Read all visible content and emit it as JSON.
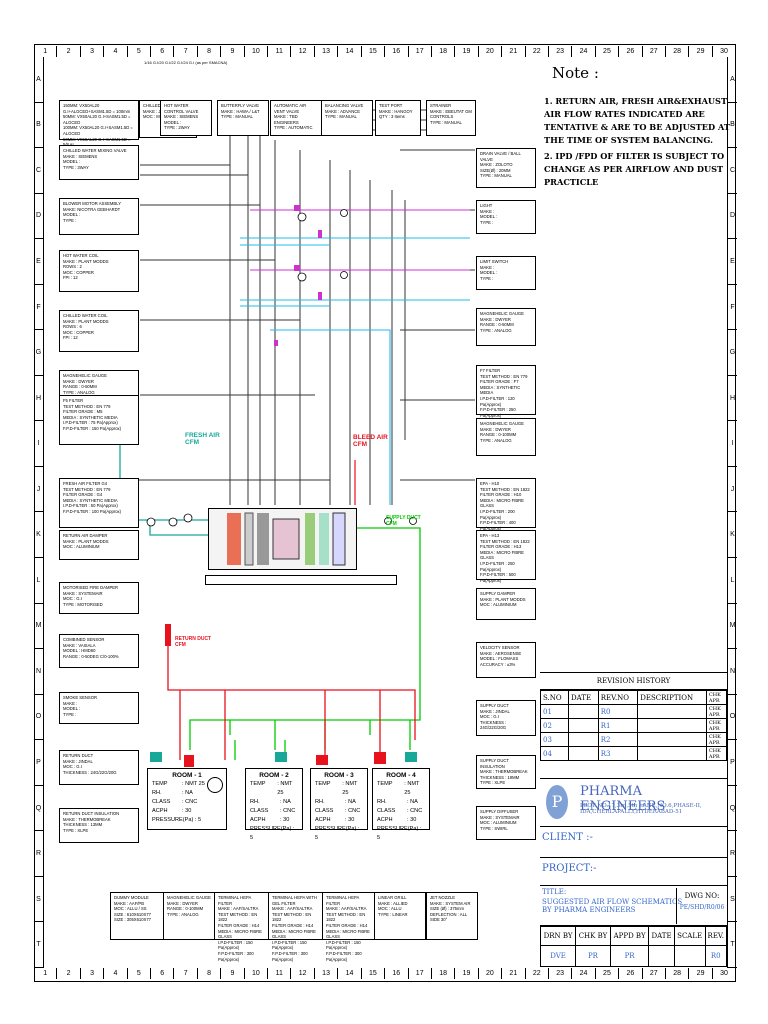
{
  "grid": {
    "columns": [
      "1",
      "2",
      "3",
      "4",
      "5",
      "6",
      "7",
      "8",
      "9",
      "10",
      "11",
      "12",
      "13",
      "14",
      "15",
      "16",
      "17",
      "18",
      "19",
      "20",
      "21",
      "22",
      "23",
      "24",
      "25",
      "26",
      "27",
      "28",
      "29",
      "30"
    ],
    "rows": [
      "A",
      "B",
      "C",
      "D",
      "E",
      "F",
      "G",
      "H",
      "I",
      "J",
      "K",
      "L",
      "M",
      "N",
      "O",
      "P",
      "Q",
      "R",
      "S",
      "T"
    ]
  },
  "duct_spec": "1/16 G.I/20 G.I/22 G.I/24 G.I (as per SMACNA)",
  "left_components": [
    {
      "text": "150MM: VX50AL20 G.I+ALGCED+SASM1.5D = 100mm\n50MM: VX50AL20 G.I+SASM1.5D = ALGCED\n100MM: VX50AL20 G.I+SASM1.5D = ALGCED\n50MM: VX50AL20 G.I+SASM1.5D = 5/8 AL\n50MM: EXP 50 = SASM1.5D"
    },
    {
      "text": "CHILLED WATER MIXING VALVE\nMAKE : SIEMENS\nMODEL :\nTYPE : 3WAY"
    },
    {
      "text": "BLOWER MOTOR ASSEMBLY\nMAKE: NICOTRA GEBHARDT\nMODEL :\nTYPE :"
    },
    {
      "text": "HOT WATER COIL\nMAKE : PLANT MODDS\nROWS : 2\nMOC : COPPER\nFPI : 12"
    },
    {
      "text": "CHILLED WATER COIL\nMAKE : PLANT MODDS\nROWS : 6\nMOC : COPPER\nFPI : 12"
    },
    {
      "text": "MAGNEHELIC GAUGE\nMAKE : DWYER\nRANGE : 0-50MM\nTYPE : ANALOG"
    },
    {
      "text": "F5 FILTER\nTEST METHOD : EN 779\nFILTER GRADE : M5\nMEDIA : SYNTHETIC MEDIA\nI.P.D-FILTER : 75 Pa(Approx)\nF.P.D-FILTER : 150 Pa(Approx)"
    },
    {
      "text": "FRESH AIR FILTER G4\nTEST METHOD : EN 779\nFILTER GRADE : G4\nMEDIA : SYNTHETIC MEDIA\nI.P.D-FILTER : 50 Pa(Approx)\nF.P.D-FILTER : 100 Pa(Approx)"
    },
    {
      "text": "RETURN AIR DAMPER\nMAKE : PLANT MODDS\nMOC : ALUMINIUM"
    },
    {
      "text": "MOTORISED FIRE DAMPER\nMAKE : SYSTEMAIR\nMOC : G.I\nTYPE : MOTORISED"
    },
    {
      "text": "COMBINED SENSOR\nMAKE : VAISALA\nMODEL : HMD60\nRANGE : 0-50DEG C/0-100%"
    },
    {
      "text": "SMOKE SENSOR\nMAKE :\nMODEL :\nTYPE :"
    },
    {
      "text": "RETURN DUCT\nMAKE : JINDAL\nMOC : G.I\nTHICKNESS : 24G/22G/20G"
    },
    {
      "text": "RETURN DUCT INSULATION\nMAKE : THERMOBREAK\nTHICKNESS : 13MM\nTYPE : XLPE"
    }
  ],
  "top_components": [
    {
      "text": "CHILLED WATER PIPING\nMAKE : JINDAL\nMOC : M.S 'C' CLASS"
    },
    {
      "text": "HOT WATER CONTROL VALVE\nMAKE : SIEMENS\nMODEL :\nTYPE : 2WAY"
    },
    {
      "text": "BUTTERFLY VALVE\nMAKE : HAWA / L&T\nTYPE : MANUAL"
    },
    {
      "text": "AUTOMATIC AIR VENT VALVE\nMAKE : TBD ENGINEERS\nTYPE : AUTOMATIC"
    },
    {
      "text": "BALANCING VALVE\nMAKE : ADVANCE\nTYPE : MANUAL"
    },
    {
      "text": "TEST PORT\nMAKE : HANGOY\nQTY : 3 Items"
    },
    {
      "text": "STRAINER\nMAKE : EBEUTAT GM CONTROLS\nTYPE : MANUAL"
    }
  ],
  "right_components": [
    {
      "text": "DRAIN VALVE / BALL VALVE\nMAKE : ZOLOTO\nSIZE(Ø) : 20MM\nTYPE : MANUAL"
    },
    {
      "text": "LIGHT\nMAKE :\nMODEL :\nTYPE :"
    },
    {
      "text": "LIMIT SWITCH\nMAKE :\nMODEL :\nTYPE :"
    },
    {
      "text": "MAGNEHELIC GAUGE\nMAKE : DWYER\nRANGE : 0-50MM\nTYPE : ANALOG"
    },
    {
      "text": "F7 FILTER\nTEST METHOD : EN 779\nFILTER GRADE : F7\nMEDIA : SYNTHETIC MEDIA\nI.P.D-FILTER : 120 Pa(Approx)\nF.P.D-FILTER : 250 Pa(Approx)"
    },
    {
      "text": "MAGNEHELIC GAUGE\nMAKE : DWYER\nRANGE : 0-100MM\nTYPE : ANALOG"
    },
    {
      "text": "EPA - H10\nTEST METHOD : EN 1822\nFILTER GRADE : H10\nMEDIA : MICRO FIBRE GLASS\nI.P.D-FILTER : 200 Pa(Approx)\nF.P.D-FILTER : 400 Pa(Approx)"
    },
    {
      "text": "EPA - H13\nTEST METHOD : EN 1822\nFILTER GRADE : H13\nMEDIA : MICRO FIBRE GLASS\nI.P.D-FILTER : 250 Pa(Approx)\nF.P.D-FILTER : 500 Pa(Approx)"
    },
    {
      "text": "SUPPLY DAMPER\nMAKE : PLANT MODDS\nMOC : ALUMINIUM"
    },
    {
      "text": "VELOCITY SENSOR\nMAKE : AEROSENSE\nMODEL : FLOMASS\nACCURACY : ±3%"
    },
    {
      "text": "SUPPLY DUCT\nMAKE : JINDAL\nMOC : G.I\nTHICKNESS : 24G/22G/20G"
    },
    {
      "text": "SUPPLY DUCT INSULATION\nMAKE : THERMOBREAK\nTHICKNESS : 19MM\nTYPE : XLPE"
    },
    {
      "text": "SUPPLY DIFFUSER\nMAKE : SYSTEMAIR\nMOC : ALUMINIUM\nTYPE : SWIRL"
    }
  ],
  "bottom_components": [
    {
      "text": "DUMMY MODULE\nMAKE : AAF/PB\nMOC : ALLU / SS\nSIZE : 610X610X77\nSIZE : 305X610X77"
    },
    {
      "text": "MAGNEHELIC GAUGE\nMAKE : DWYER\nRANGE : 0-100MM\nTYPE : ANALOG"
    },
    {
      "text": "TERMINAL HEPA FILTER\nMAKE : AAF/SALTRA\nTEST METHOD : EN 1822\nFILTER GRADE : H14\nMEDIA : MICRO FIBRE GLASS\nI.P.D-FILTER : 150 Pa(Approx)\nF.P.D-FILTER : 300 Pa(Approx)"
    },
    {
      "text": "TERMINAL HEPA WITH GEL FILTER\nMAKE : AAF/SALTRA\nTEST METHOD : EN 1822\nFILTER GRADE : H14\nMEDIA : MICRO FIBRE GLASS\nI.P.D-FILTER : 150 Pa(Approx)\nF.P.D-FILTER : 300 Pa(Approx)"
    },
    {
      "text": "TERMINAL HEPA FILTER\nMAKE : AAF/SALTRA\nTEST METHOD : EN 1822\nFILTER GRADE : H14\nMEDIA : MICRO FIBRE GLASS\nI.P.D-FILTER : 150 Pa(Approx)\nF.P.D-FILTER : 300 Pa(Approx)"
    },
    {
      "text": "LINEAR GRILL\nMAKE : ALLIED\nMOC : ALLU\nTYPE : LINEAR"
    },
    {
      "text": "JET NOZZLE\nMAKE : SYSTEM AIR\nSIZE (Ø) : 375mm\nDEFLECTION : ALL SIDE 30°"
    }
  ],
  "flow_labels": {
    "fresh_air": "FRESH AIR\nCFM",
    "bleed_air": "BLEED AIR\nCFM",
    "supply_duct": "SUPPLY DUCT\nCFM",
    "return_duct": "RETURN DUCT\nCFM"
  },
  "rooms": [
    {
      "name": "ROOM - 1",
      "temp": "NMT 25",
      "rh": "NA",
      "class": "CNC",
      "acph": "30",
      "pressure": "5"
    },
    {
      "name": "ROOM - 2",
      "temp": "NMT 25",
      "rh": "NA",
      "class": "CNC",
      "acph": "30",
      "pressure": "5"
    },
    {
      "name": "ROOM - 3",
      "temp": "NMT 25",
      "rh": "NA",
      "class": "CNC",
      "acph": "30",
      "pressure": "5"
    },
    {
      "name": "ROOM - 4",
      "temp": "NMT 25",
      "rh": "NA",
      "class": "CNC",
      "acph": "30",
      "pressure": "5"
    }
  ],
  "room_labels": {
    "temp": "TEMP",
    "rh": "RH.",
    "class": "CLASS",
    "acph": "ACPH",
    "pressure": "PRESSURE(Pa) : "
  },
  "notes": {
    "title": "Note :",
    "items": [
      "1. RETURN AIR, FRESH AIR&EXHAUST AIR FLOW RATES INDICATED ARE TENTATIVE & ARE TO BE ADJUSTED AT THE TIME OF SYSTEM BALANCING.",
      "2. IPD /FPD OF FILTER IS SUBJECT TO CHANGE AS PER AIRFLOW AND DUST PRACTICLE"
    ]
  },
  "revision": {
    "title": "REVISION HISTORY",
    "headers": [
      "S.NO",
      "DATE",
      "REV.NO",
      "DESCRIPTION",
      "CHK",
      "APR"
    ],
    "rows": [
      {
        "sno": "01",
        "rev": "R0",
        "chk": "CHK",
        "apr": "APR"
      },
      {
        "sno": "02",
        "rev": "R1",
        "chk": "CHK",
        "apr": "APR"
      },
      {
        "sno": "03",
        "rev": "R2",
        "chk": "CHK",
        "apr": "APR"
      },
      {
        "sno": "04",
        "rev": "R3",
        "chk": "CHK",
        "apr": "APR"
      }
    ]
  },
  "company": {
    "name": "PHARMA ENGINEERS",
    "address": "PLOT NO.17,3rd,5th LANE,NO.6,PHASE-II,\nIDA,CHERLAPALLY,HYDERABAD-51"
  },
  "title_block": {
    "client": "CLIENT :-",
    "project": "PROJECT:-",
    "title_label": "TITLE:",
    "title": "SUGGESTED AIR FLOW SCHEMATICS\nBY PHARMA ENGINEERS",
    "dwg_label": "DWG NO:",
    "dwg_no": "PE/SHD/R0/06",
    "fields": [
      "DRN BY",
      "CHK BY",
      "APPD BY",
      "DATE",
      "SCALE",
      "REV."
    ],
    "values": [
      "DVE",
      "PR",
      "PR",
      "",
      "",
      "R0"
    ]
  },
  "colors": {
    "fresh_air": "#17a89a",
    "supply": "#00cc00",
    "return": "#e8121c",
    "chw": "#2a2a2a",
    "hw": "#cc33cc",
    "cyan": "#22bbee"
  }
}
